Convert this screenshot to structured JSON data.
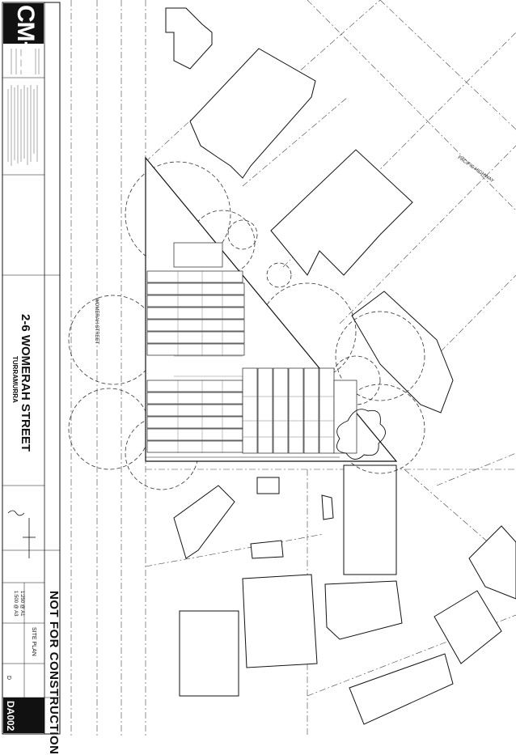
{
  "logo": {
    "mark": "CM+A"
  },
  "title_block": {
    "project_name": "2-6 WOMERAH STREET",
    "project_suburb": "TURRAMURRA",
    "drawing_title": "SITE PLAN",
    "revision": "D",
    "drawing_number": "DA002",
    "scale_a1": "1:250 @ A1",
    "scale_a3": "1:500 @ A3",
    "notice": "NOT FOR CONSTRUCTION"
  },
  "site_labels": {
    "womerah_street": "WOMERAH STREET",
    "pacific_highway": "PACIFIC HIGHWAY"
  },
  "colors": {
    "ink": "#111111",
    "light_ink": "#555555",
    "paper": "#ffffff"
  }
}
